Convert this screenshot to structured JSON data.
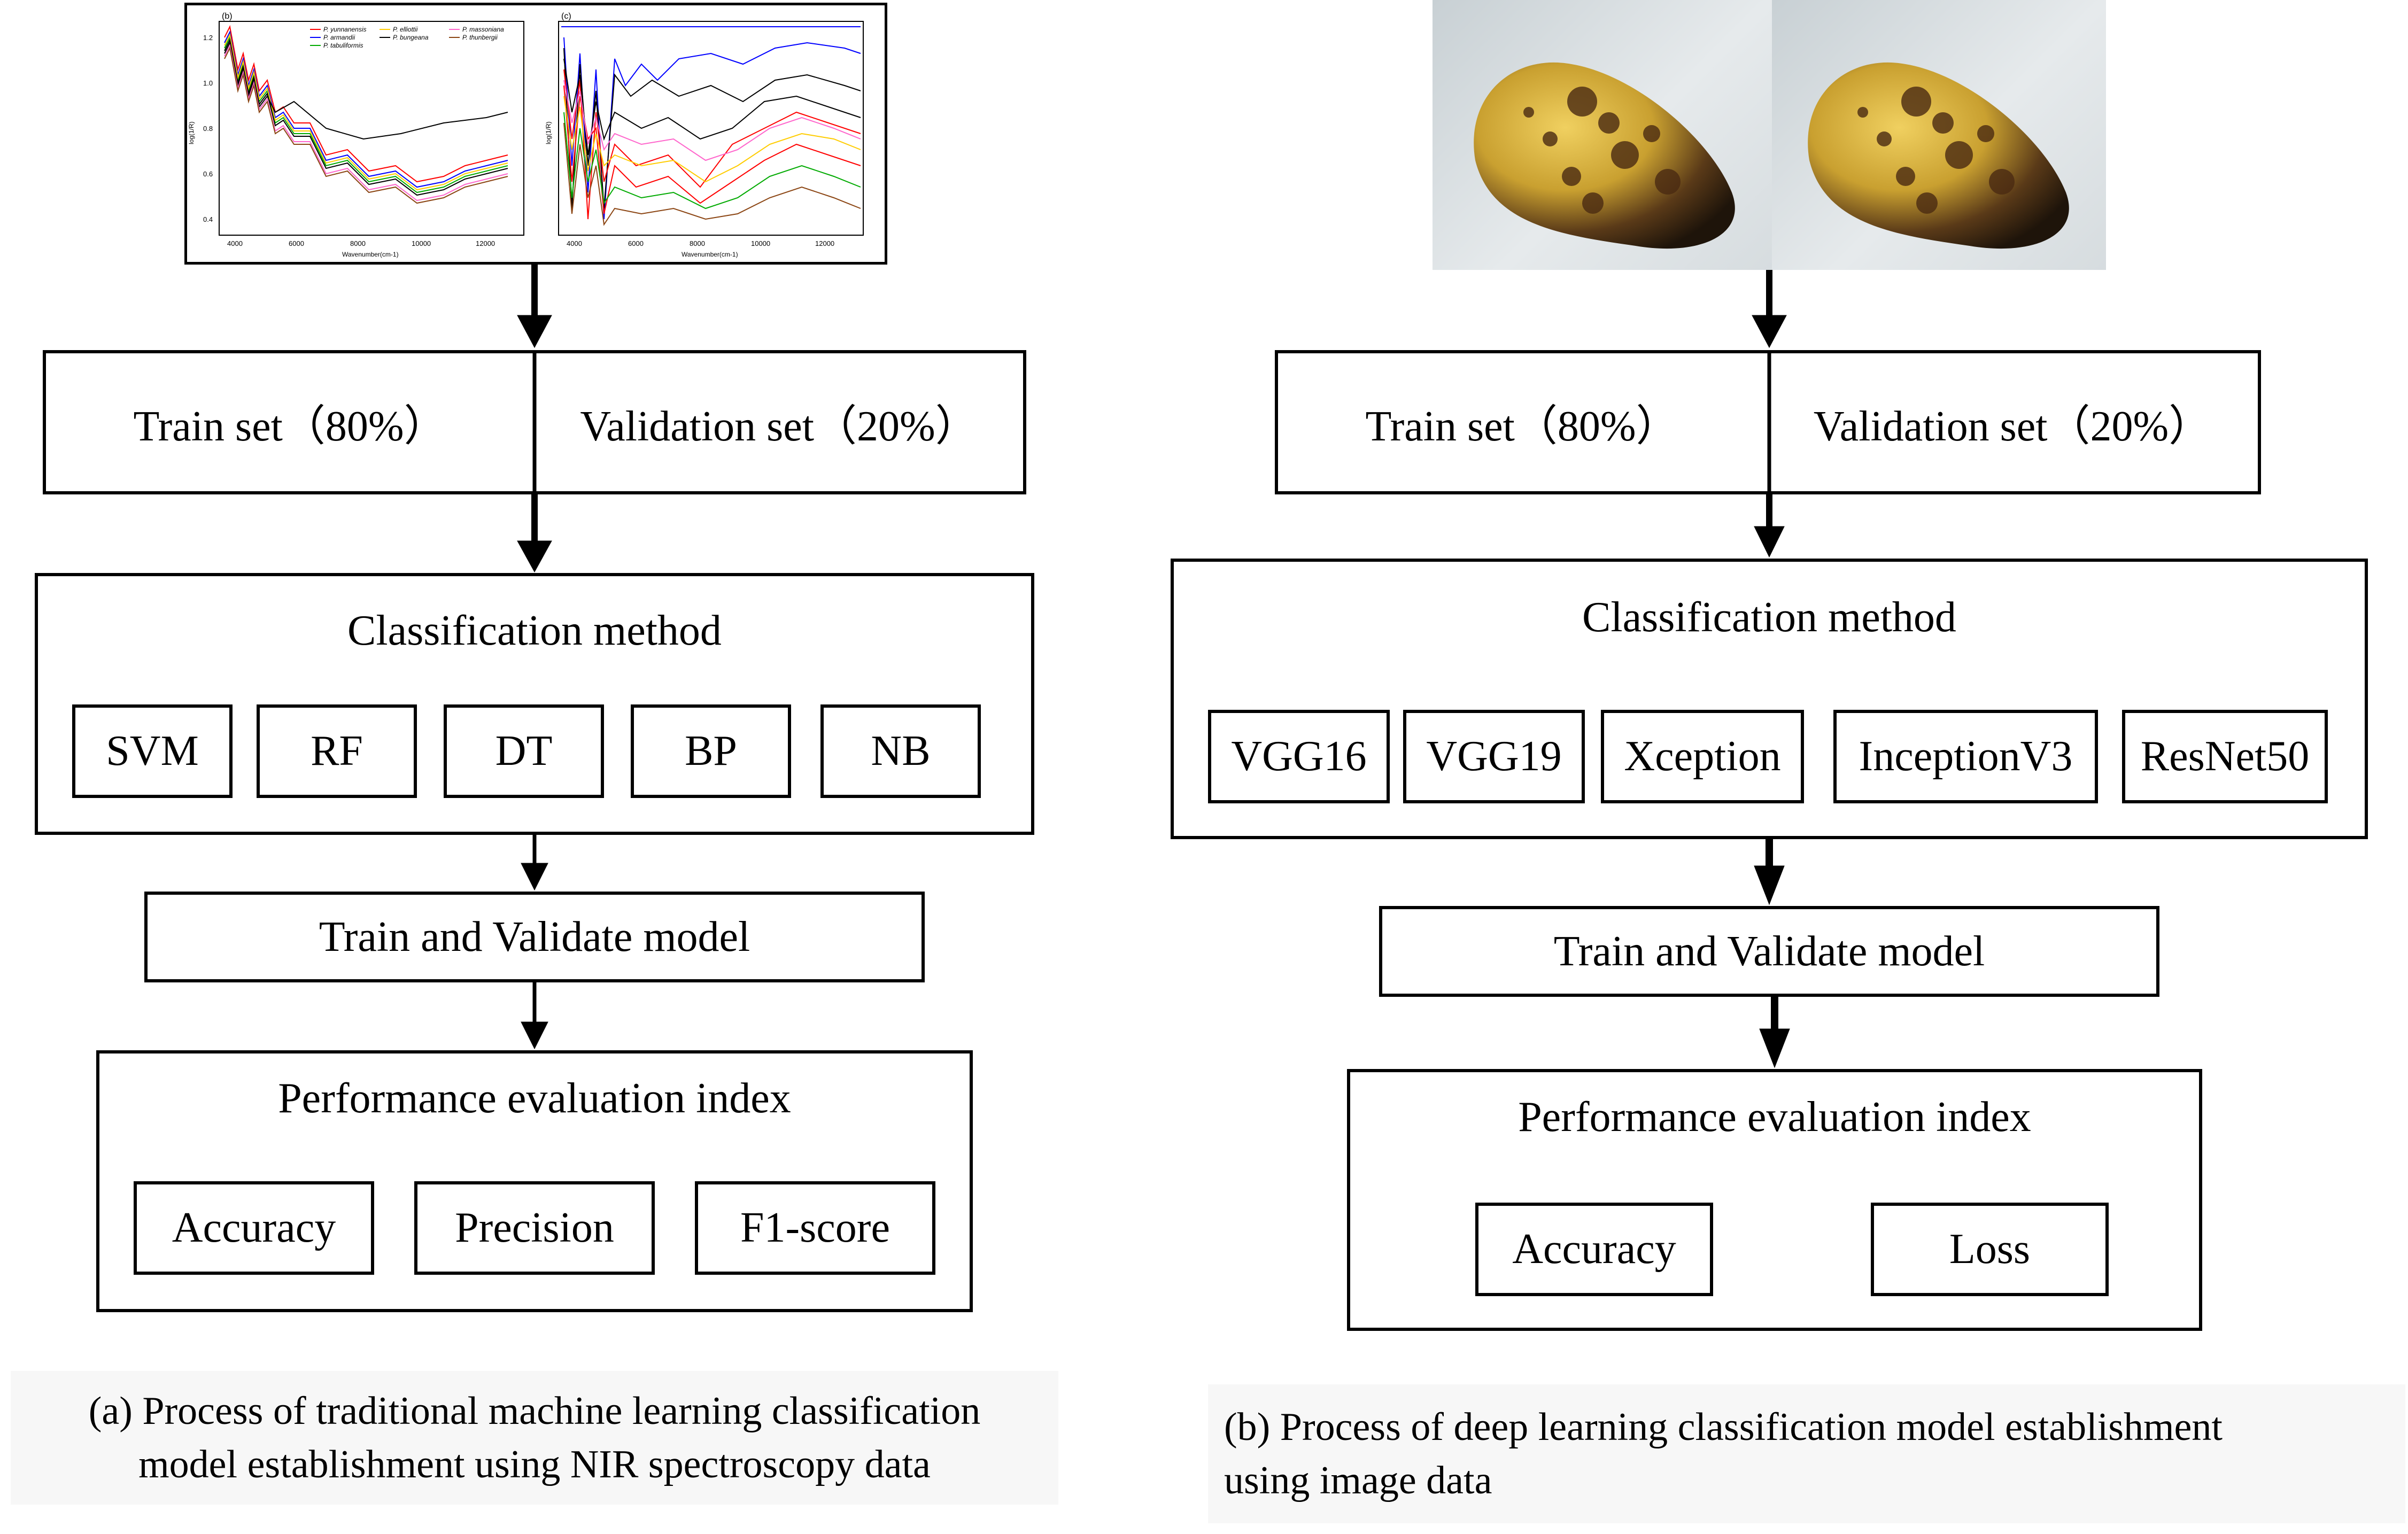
{
  "left": {
    "spectra": {
      "panel_b_letter": "(b)",
      "panel_c_letter": "(c)",
      "xlabel": "Wavenumber(cm-1)",
      "ylabel": "log(1/R)",
      "xticks": [
        "4000",
        "6000",
        "8000",
        "10000",
        "12000"
      ],
      "yticks_b": [
        "1.2",
        "1.0",
        "0.8",
        "0.6",
        "0.4"
      ],
      "legend": [
        "P. yunnanensis",
        "P. armandii",
        "P. tabuliformis",
        "P. elliottii",
        "P. bungeana",
        "P. massoniana",
        "P. thunbergii"
      ],
      "legend_colors": [
        "#ff0000",
        "#0000ff",
        "#00aa00",
        "#ffcc00",
        "#000000",
        "#ff66cc",
        "#8b4513"
      ]
    },
    "split": {
      "train": "Train set（80%）",
      "validation": "Validation set（20%）"
    },
    "method": {
      "title": "Classification method",
      "items": [
        "SVM",
        "RF",
        "DT",
        "BP",
        "NB"
      ]
    },
    "train_validate": "Train and Validate model",
    "evaluation": {
      "title": "Performance evaluation index",
      "items": [
        "Accuracy",
        "Precision",
        "F1-score"
      ]
    },
    "caption": {
      "line1": "(a) Process of traditional machine learning classification",
      "line2": "model establishment using NIR spectroscopy data"
    }
  },
  "right": {
    "split": {
      "train": "Train set（80%）",
      "validation": "Validation set（20%）"
    },
    "method": {
      "title": "Classification method",
      "items": [
        "VGG16",
        "VGG19",
        "Xception",
        "InceptionV3",
        "ResNet50"
      ]
    },
    "train_validate": "Train and Validate model",
    "evaluation": {
      "title": "Performance evaluation index",
      "items": [
        "Accuracy",
        "Loss"
      ]
    },
    "caption": {
      "line1": "(b) Process of deep learning classification model establishment",
      "line2": "using image data"
    }
  },
  "colors": {
    "seed_yellow": "#d9b43a",
    "seed_dark": "#3a2410",
    "image_bg": "#d8dfe2"
  }
}
